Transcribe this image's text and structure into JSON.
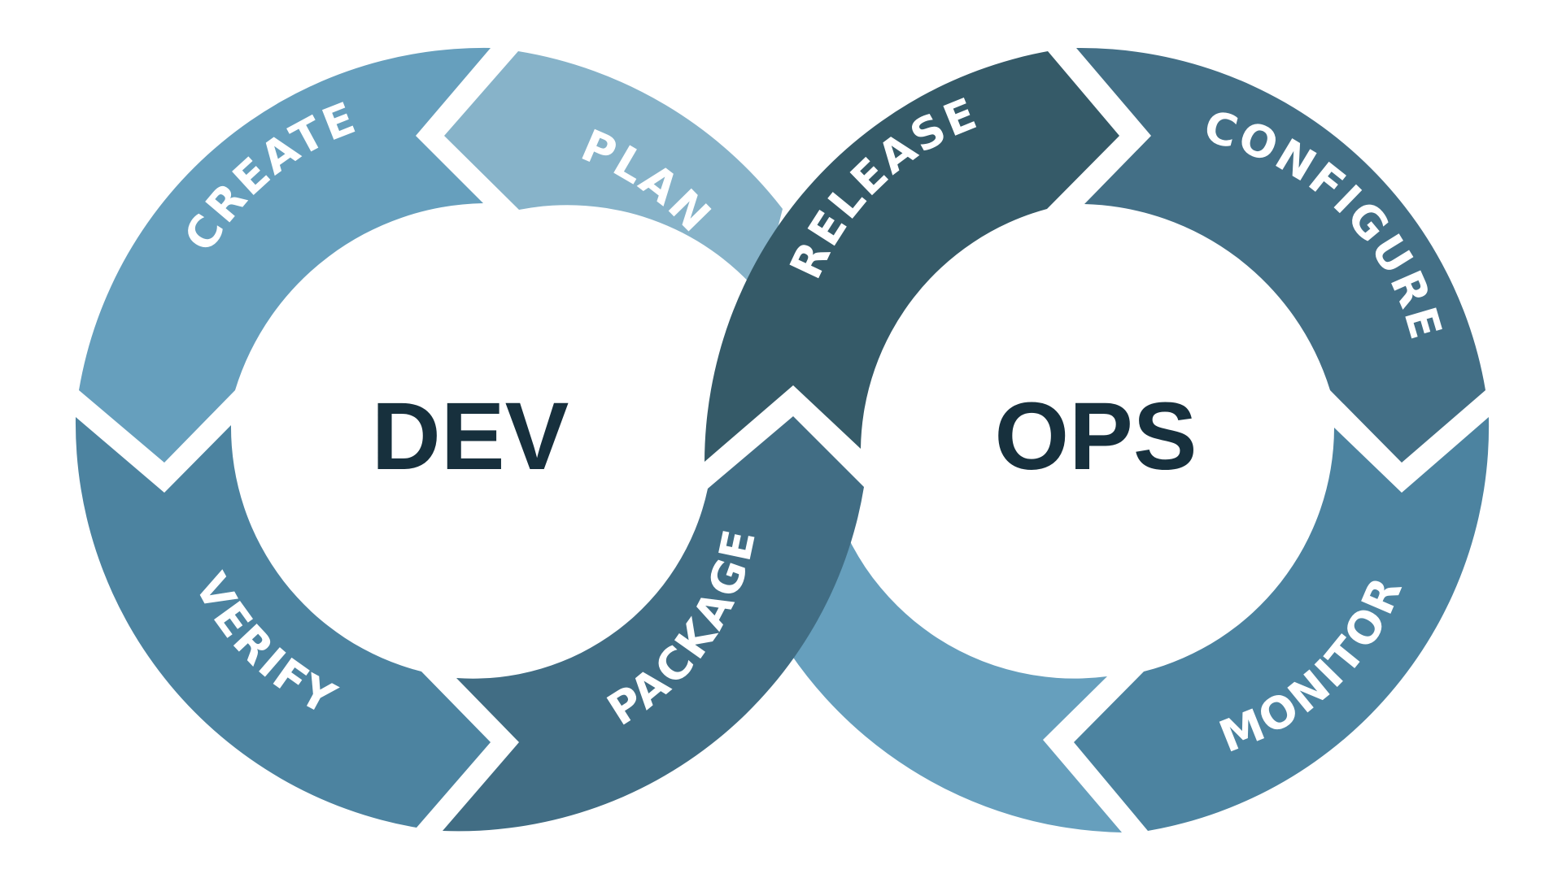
{
  "hubs": {
    "dev": "DEV",
    "ops": "OPS"
  },
  "segments": [
    {
      "key": "plan",
      "label": "PLAN",
      "color": "#87b3c9"
    },
    {
      "key": "create",
      "label": "CREATE",
      "color": "#669fbd"
    },
    {
      "key": "verify",
      "label": "VERIFY",
      "color": "#4c83a0"
    },
    {
      "key": "package",
      "label": "PACKAGE",
      "color": "#416d84"
    },
    {
      "key": "release",
      "label": "RELEASE",
      "color": "#355a68"
    },
    {
      "key": "configure",
      "label": "CONFIGURE",
      "color": "#436f86"
    },
    {
      "key": "monitor",
      "label": "MONITOR",
      "color": "#4c83a0"
    },
    {
      "key": "ops-bottom",
      "label": "",
      "color": "#669fbd"
    }
  ],
  "hub_text_color": "#17303d"
}
